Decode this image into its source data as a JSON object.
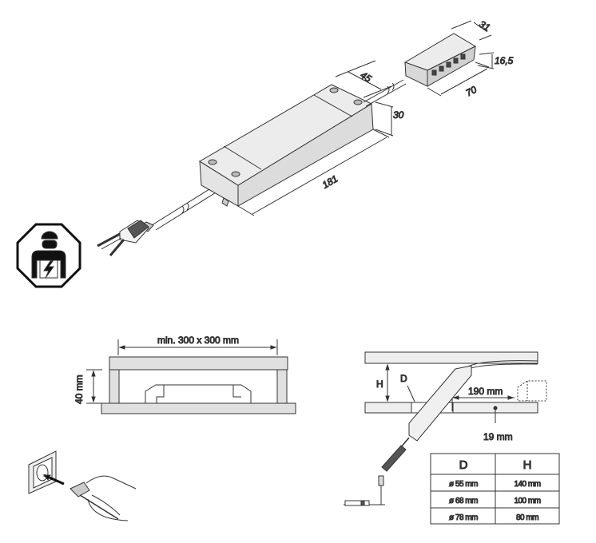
{
  "product_drawing": {
    "dimensions": {
      "width_31": "31",
      "height_16_5": "16,5",
      "length_70": "70",
      "cable_45": "45",
      "height_30": "30",
      "length_181": "181"
    },
    "safety_icon": "electrician-only-icon"
  },
  "clearance": {
    "space_label": "min. 300 x 300 mm",
    "height_label": "40 mm"
  },
  "mounting": {
    "H_label": "H",
    "D_label": "D",
    "distance_label": "190 mm",
    "thickness_label": "19 mm"
  },
  "table": {
    "headers": [
      "D",
      "H"
    ],
    "rows": [
      [
        "ø 55 mm",
        "140 mm"
      ],
      [
        "ø 68 mm",
        "100 mm"
      ],
      [
        "ø 78 mm",
        "80 mm"
      ]
    ]
  },
  "colors": {
    "line": "#333333",
    "fill": "#e6e6e6",
    "dark": "#222222"
  }
}
